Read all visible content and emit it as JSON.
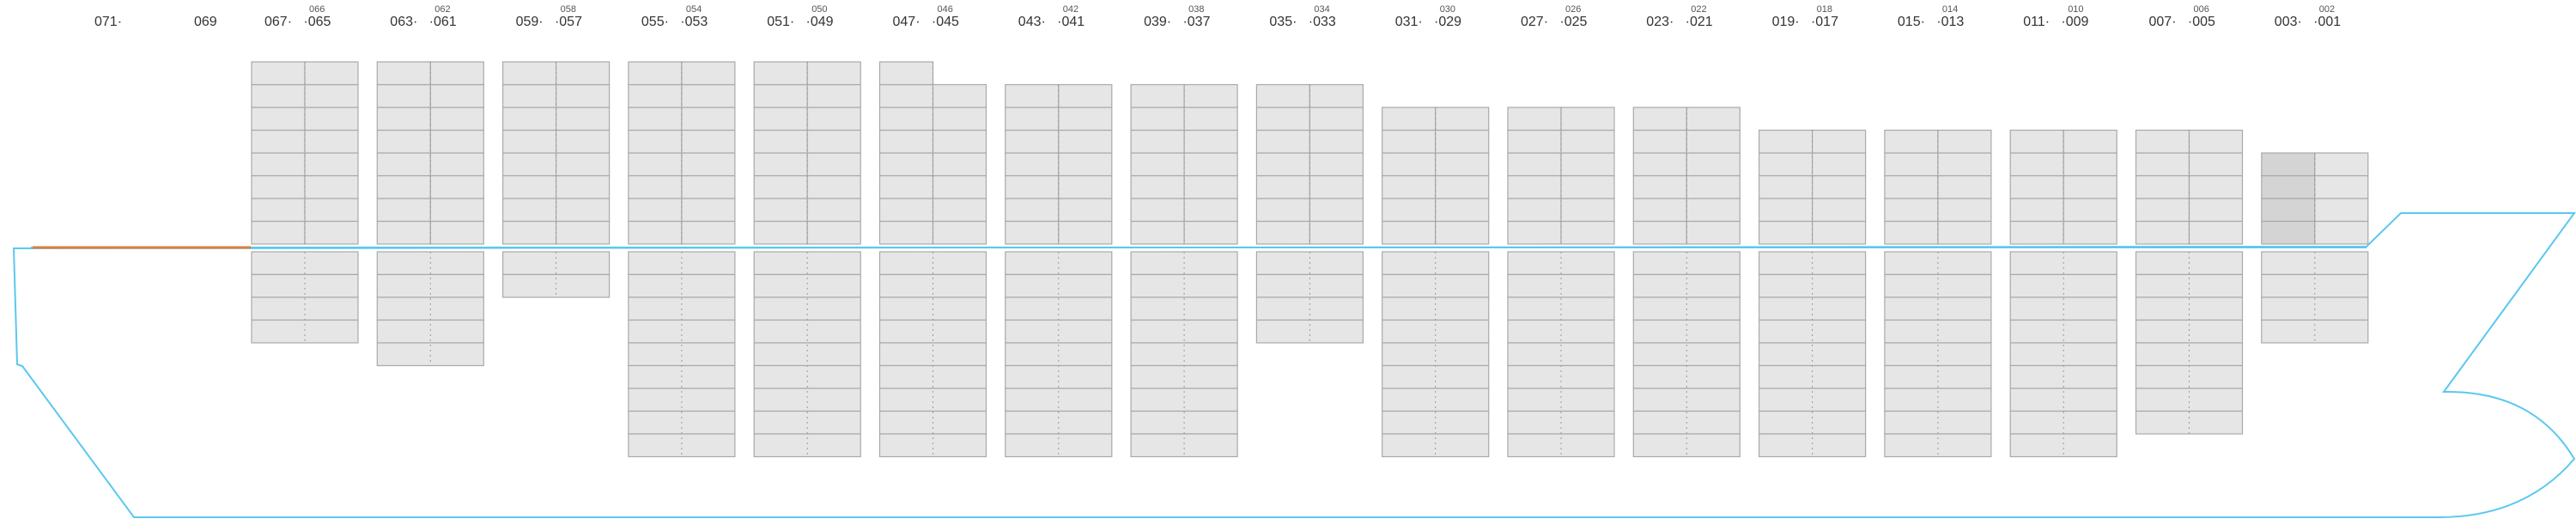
{
  "colors": {
    "hull": "#5bc8ef",
    "deck_line": "#5bc8ef",
    "deck_highlight": "#d9813f",
    "slot_fill": "#e6e6e6",
    "slot_stroke": "#a9a9a9",
    "slot_divider": "#999999",
    "selected_fill": "#d4d4d4",
    "label": "#333333"
  },
  "bays": [
    {
      "label": "071·",
      "sub": "",
      "hold_tiers": 0,
      "deck_tiers": 0,
      "deck_left_tiers": 0
    },
    {
      "label": "069",
      "sub": "",
      "hold_tiers": 0,
      "deck_tiers": 0,
      "deck_left_tiers": 0
    },
    {
      "label": "067·   ·065",
      "sub": "066",
      "hold_tiers": 4,
      "deck_tiers": 8,
      "deck_left_tiers": 8
    },
    {
      "label": "063·   ·061",
      "sub": "062",
      "hold_tiers": 5,
      "deck_tiers": 8,
      "deck_left_tiers": 8
    },
    {
      "label": "059·   ·057",
      "sub": "058",
      "hold_tiers": 2,
      "deck_tiers": 8,
      "deck_left_tiers": 8
    },
    {
      "label": "055·   ·053",
      "sub": "054",
      "hold_tiers": 9,
      "deck_tiers": 8,
      "deck_left_tiers": 8
    },
    {
      "label": "051·   ·049",
      "sub": "050",
      "hold_tiers": 9,
      "deck_tiers": 8,
      "deck_left_tiers": 8
    },
    {
      "label": "047·   ·045",
      "sub": "046",
      "hold_tiers": 9,
      "deck_tiers": 7,
      "deck_left_tiers": 8
    },
    {
      "label": "043·   ·041",
      "sub": "042",
      "hold_tiers": 9,
      "deck_tiers": 7,
      "deck_left_tiers": 7
    },
    {
      "label": "039·   ·037",
      "sub": "038",
      "hold_tiers": 9,
      "deck_tiers": 7,
      "deck_left_tiers": 7
    },
    {
      "label": "035·   ·033",
      "sub": "034",
      "hold_tiers": 4,
      "deck_tiers": 7,
      "deck_left_tiers": 7
    },
    {
      "label": "031·   ·029",
      "sub": "030",
      "hold_tiers": 9,
      "deck_tiers": 6,
      "deck_left_tiers": 6
    },
    {
      "label": "027·   ·025",
      "sub": "026",
      "hold_tiers": 9,
      "deck_tiers": 6,
      "deck_left_tiers": 6
    },
    {
      "label": "023·   ·021",
      "sub": "022",
      "hold_tiers": 9,
      "deck_tiers": 6,
      "deck_left_tiers": 6
    },
    {
      "label": "019·   ·017",
      "sub": "018",
      "hold_tiers": 9,
      "deck_tiers": 5,
      "deck_left_tiers": 5
    },
    {
      "label": "015·   ·013",
      "sub": "014",
      "hold_tiers": 9,
      "deck_tiers": 5,
      "deck_left_tiers": 5
    },
    {
      "label": "011·   ·009",
      "sub": "010",
      "hold_tiers": 9,
      "deck_tiers": 5,
      "deck_left_tiers": 5
    },
    {
      "label": "007·   ·005",
      "sub": "006",
      "hold_tiers": 8,
      "deck_tiers": 5,
      "deck_left_tiers": 5
    },
    {
      "label": "003·   ·001",
      "sub": "002",
      "hold_tiers": 4,
      "deck_tiers": 4,
      "deck_left_tiers": 4,
      "selected_left_deck": true
    }
  ]
}
